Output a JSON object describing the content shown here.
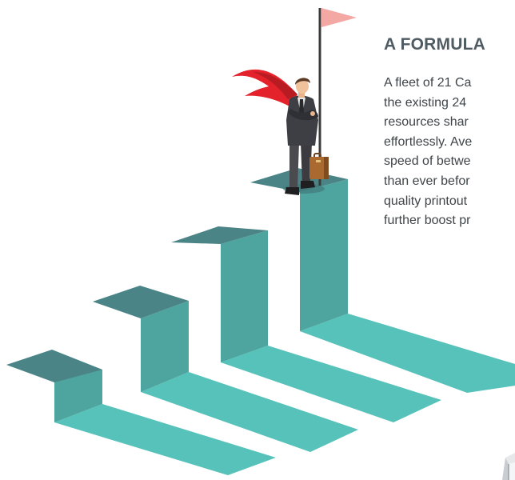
{
  "article": {
    "heading": "A FORMULA",
    "lines": [
      "A fleet of 21 Ca",
      "the existing 24",
      "resources shar",
      "effortlessly. Ave",
      "speed of betwe",
      "than ever befor",
      "quality printout",
      "further boost pr"
    ]
  },
  "colors": {
    "step_top": "#4a8486",
    "step_side": "#4ea49e",
    "step_shadow": "#56c2ba",
    "flag_cape": "#e3222b",
    "flag_pennant": "#f4a8a4",
    "heading_text": "#4f5b63",
    "body_text": "#3f4549"
  }
}
